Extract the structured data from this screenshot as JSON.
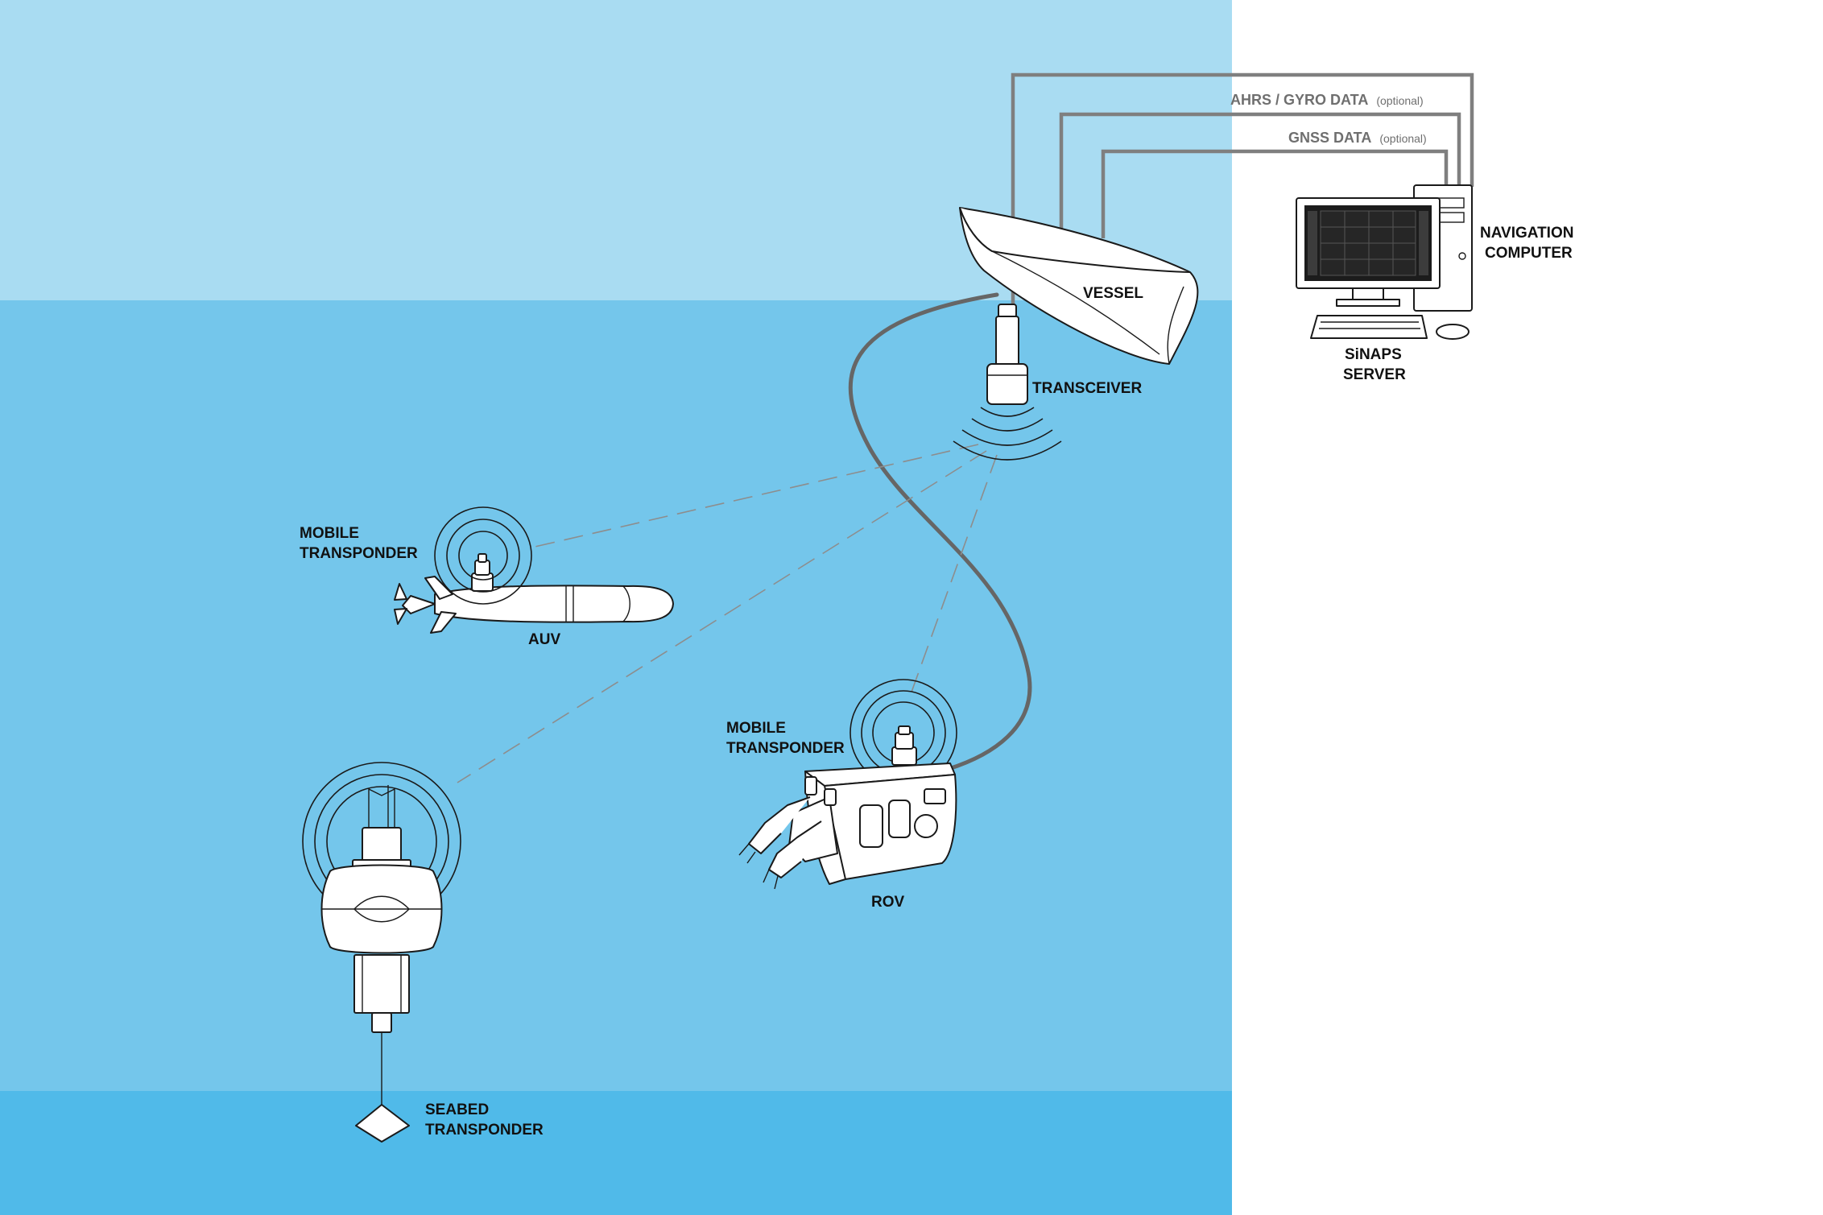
{
  "colors": {
    "sky": "#a9dcf2",
    "water": "#74c6eb",
    "seabed": "#50bae9",
    "land": "#ffffff",
    "cable": "#666666",
    "data_line": "#7f7f7f",
    "acoustic_path": "#8d8d8d"
  },
  "labels": {
    "vessel": "VESSEL",
    "transceiver": "TRANSCEIVER",
    "ahrs": "AHRS / GYRO DATA",
    "ahrs_note": "(optional)",
    "gnss": "GNSS DATA",
    "gnss_note": "(optional)",
    "nav_line1": "NAVIGATION",
    "nav_line2": "COMPUTER",
    "sinaps_line1": "SiNAPS",
    "sinaps_line2": "SERVER",
    "auv": "AUV",
    "auv_tp_line1": "MOBILE",
    "auv_tp_line2": "TRANSPONDER",
    "rov": "ROV",
    "rov_tp_line1": "MOBILE",
    "rov_tp_line2": "TRANSPONDER",
    "seabed_line1": "SEABED",
    "seabed_line2": "TRANSPONDER"
  },
  "icons": [
    "vessel-icon",
    "transceiver-icon",
    "computer-icon",
    "auv-icon",
    "rov-icon",
    "seabed-transponder-icon",
    "anchor-weight-icon"
  ]
}
